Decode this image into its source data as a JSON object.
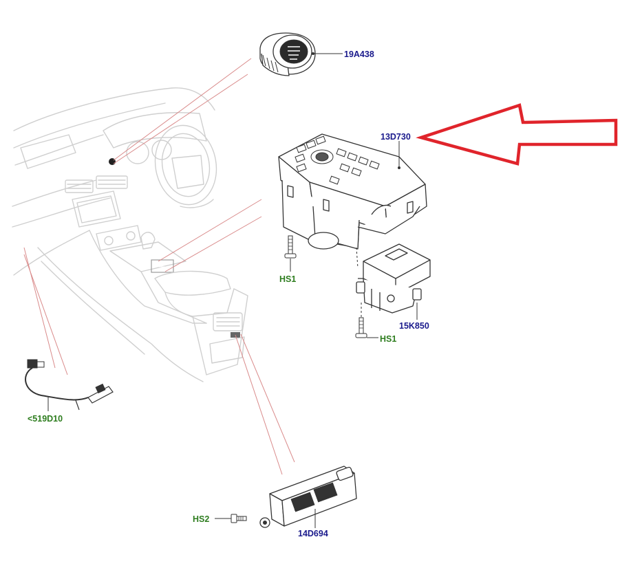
{
  "diagram": {
    "labels": {
      "start_button": "19A438",
      "control_module": "13D730",
      "hs1_upper": "HS1",
      "bracket": "15K850",
      "hs1_lower": "HS1",
      "harness": "<519D10",
      "seat_switch": "14D694",
      "hs2": "HS2"
    },
    "colors": {
      "part_label": "#1a1a8c",
      "fastener_label": "#2e7d1f",
      "highlight_arrow": "#e0242b",
      "leader_line": "#d98a8a"
    },
    "highlighted_part": "13D730"
  }
}
